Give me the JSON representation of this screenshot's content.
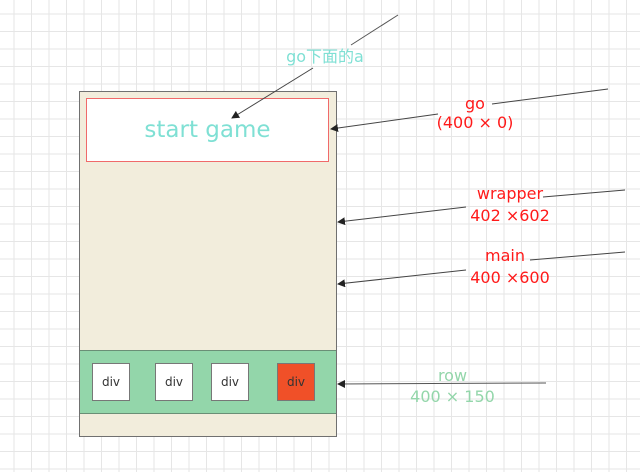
{
  "diagram": {
    "go_button": {
      "text": "start game"
    },
    "row_cells": [
      {
        "label": "div",
        "active": false
      },
      {
        "label": "div",
        "active": false
      },
      {
        "label": "div",
        "active": false
      },
      {
        "label": "div",
        "active": true
      }
    ],
    "annotations": {
      "go_a": {
        "title": "go下面的a"
      },
      "go": {
        "title": "go",
        "size": "(400 × 0)"
      },
      "wrapper": {
        "title": "wrapper",
        "size": "402 ×602"
      },
      "main": {
        "title": "main",
        "size": "400 ×600"
      },
      "row": {
        "title": "row",
        "size": "400 × 150"
      }
    },
    "colors": {
      "annotation_red": "#ff1a1a",
      "annotation_teal": "#7fe0d4",
      "row_green": "#93d6aa",
      "wrapper_bg": "#f2eddc",
      "go_border": "#f06a6a",
      "active_cell": "#f05028"
    }
  }
}
